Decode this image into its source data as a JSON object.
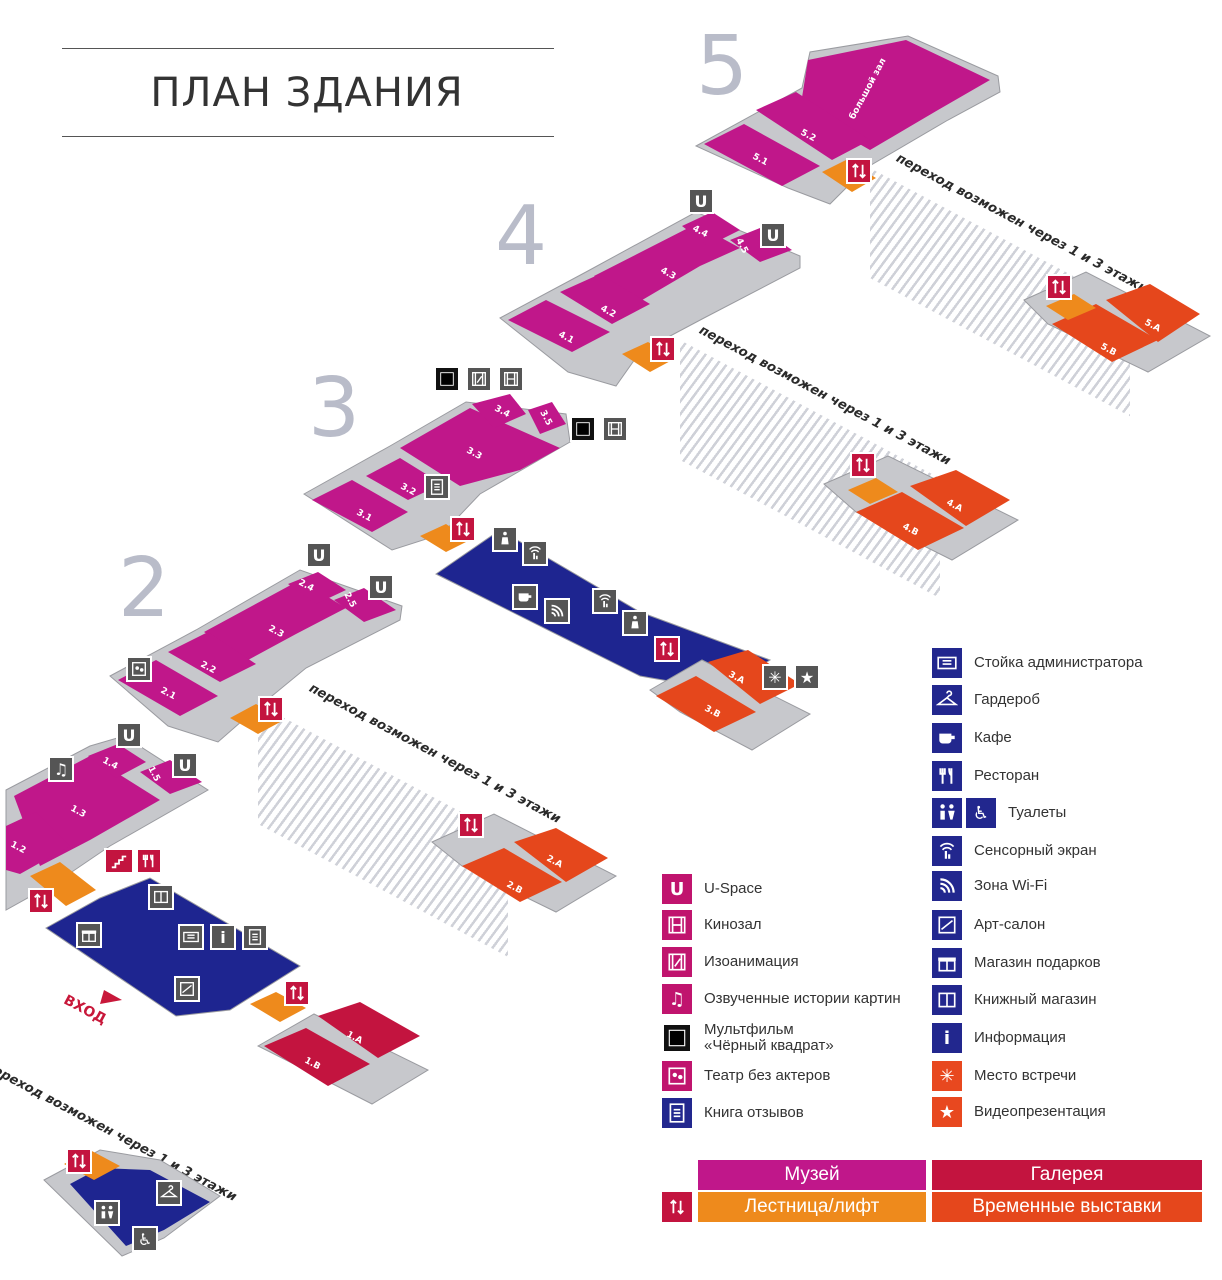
{
  "title": "ПЛАН ЗДАНИЯ",
  "floors": [
    "2",
    "3",
    "4",
    "5"
  ],
  "rooms": {
    "big_hall": "большой зал",
    "r51": "5.1",
    "r52": "5.2",
    "r5A": "5.A",
    "r5B": "5.B",
    "r41": "4.1",
    "r42": "4.2",
    "r43": "4.3",
    "r44": "4.4",
    "r45": "4.5",
    "r4A": "4.A",
    "r4B": "4.B",
    "r31": "3.1",
    "r32": "3.2",
    "r33": "3.3",
    "r34": "3.4",
    "r35": "3.5",
    "r3A": "3.A",
    "r3B": "3.B",
    "r21": "2.1",
    "r22": "2.2",
    "r23": "2.3",
    "r24": "2.4",
    "r25": "2.5",
    "r2A": "2.A",
    "r2B": "2.B",
    "r12": "1.2",
    "r13": "1.3",
    "r14": "1.4",
    "r15": "1.5",
    "r1A": "1.A",
    "r1B": "1.B"
  },
  "transfer_note": "переход возможен через 1 и 3 этажи",
  "entrance": "ВХОД",
  "legend_left": [
    {
      "icon": "u-icon",
      "label": "U-Space"
    },
    {
      "icon": "film-icon",
      "label": "Кинозал"
    },
    {
      "icon": "animation-icon",
      "label": "Изоанимация"
    },
    {
      "icon": "music-icon",
      "label": "Озвученные истории картин"
    },
    {
      "icon": "black-square-icon",
      "label": "Мультфильм «Чёрный квадрат»"
    },
    {
      "icon": "theatre-icon",
      "label": "Театр без актеров"
    },
    {
      "icon": "guestbook-icon",
      "label": "Книга отзывов"
    }
  ],
  "legend_right": [
    {
      "icon": "admin-desk-icon",
      "label": "Стойка администратора"
    },
    {
      "icon": "hanger-icon",
      "label": "Гардероб"
    },
    {
      "icon": "coffee-icon",
      "label": "Кафе"
    },
    {
      "icon": "restaurant-icon",
      "label": "Ресторан"
    },
    {
      "icon": "toilets-icon",
      "label": "Туалеты"
    },
    {
      "icon": "touchscreen-icon",
      "label": "Сенсорный экран"
    },
    {
      "icon": "wifi-icon",
      "label": "Зона Wi-Fi"
    },
    {
      "icon": "art-salon-icon",
      "label": "Арт-салон"
    },
    {
      "icon": "gift-icon",
      "label": "Магазин подарков"
    },
    {
      "icon": "book-icon",
      "label": "Книжный магазин"
    },
    {
      "icon": "info-icon",
      "label": "Информация"
    },
    {
      "icon": "meeting-point-icon",
      "label": "Место встречи"
    },
    {
      "icon": "video-icon",
      "label": "Видеопрезентация"
    }
  ],
  "color_keys": {
    "museum": {
      "label": "Музей",
      "color": "#c0178a"
    },
    "gallery": {
      "label": "Галерея",
      "color": "#c3143f"
    },
    "stairs": {
      "label": "Лестница/лифт",
      "color": "#ee8a1c"
    },
    "temp": {
      "label": "Временные выставки",
      "color": "#e5471c"
    }
  },
  "colors": {
    "museum": "#c0178a",
    "gallery": "#c3143f",
    "stairs": "#ee8a1c",
    "temp": "#e5471c",
    "public": "#1e2590",
    "wall": "#c7c8cc"
  }
}
